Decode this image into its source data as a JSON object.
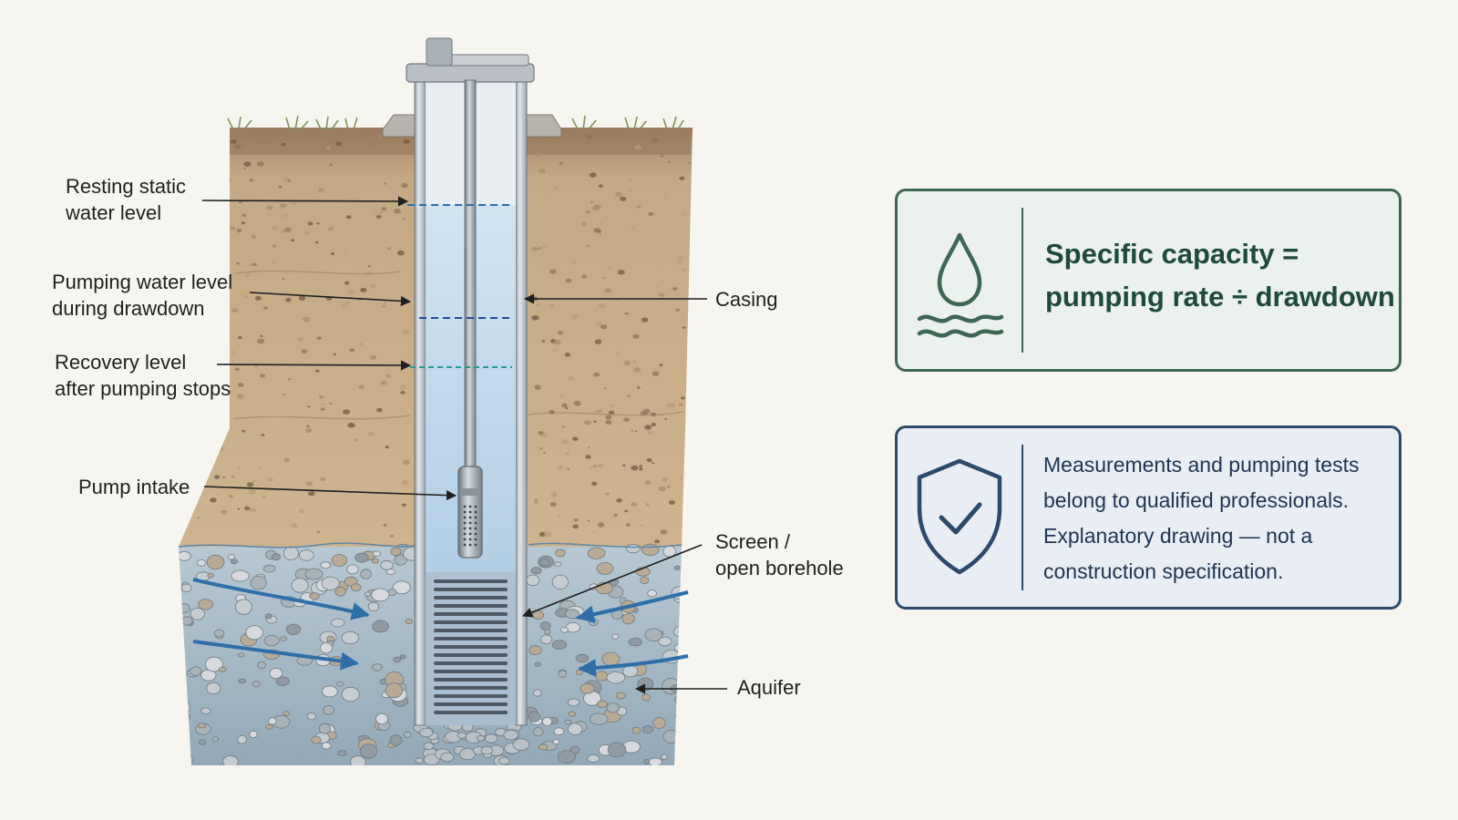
{
  "labels": {
    "static_level": "Resting static\nwater level",
    "pumping_level": "Pumping water level\nduring drawdown",
    "recovery_level": "Recovery level\nafter pumping stops",
    "pump_intake": "Pump intake",
    "casing": "Casing",
    "screen": "Screen /\nopen borehole",
    "aquifer": "Aquifer"
  },
  "formula_card": {
    "icon": "water-drop-icon",
    "text": "Specific capacity =\npumping rate ÷ drawdown",
    "color": "#3e6656"
  },
  "note_card": {
    "icon": "shield-check-icon",
    "text": "Measurements and pumping tests\nbelong to qualified professionals.\nExplanatory drawing — not a\nconstruction specification.",
    "color": "#2d4a6a"
  },
  "colors": {
    "soil": "#c9ad86",
    "aquifer": "#9fb4c4",
    "water": "#b9d6ec",
    "static_line": "#2a6fb0",
    "pumping_line": "#1f4f9a",
    "recovery_line": "#2a9a8a",
    "flow_arrow": "#2f6fa8"
  }
}
